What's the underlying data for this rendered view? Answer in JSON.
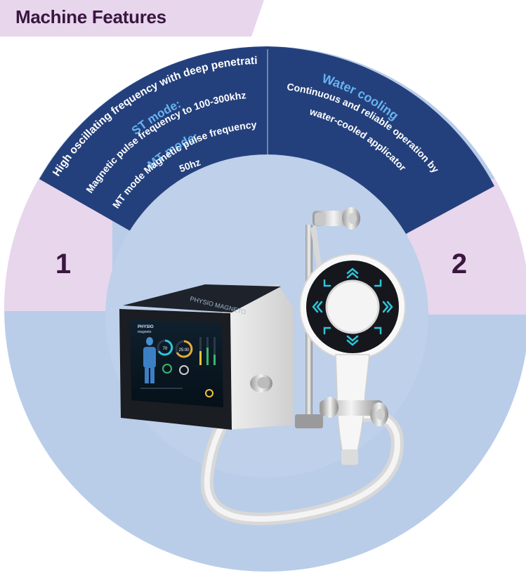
{
  "header": {
    "title": "Machine Features"
  },
  "left_panel": {
    "number": "1",
    "line1": "High oscillating frequency with deep penetration",
    "st_title": "ST mode:",
    "st_text": "Magnetic pulse frequency to 100-300khz",
    "mt_title": "MT mode:",
    "mt_text": "MT mode Magnetic pulse frequency",
    "mt_text2": "50hz"
  },
  "right_panel": {
    "number": "2",
    "title": "Water cooling",
    "line1": "Continuous and reliable operation by",
    "line2": "water-cooled applicator"
  },
  "device": {
    "brand": "PHYSIO MAGNETO",
    "screen_brand": "PHYSIO",
    "screen_sub": "magneto",
    "timer": "25:00",
    "level": "70"
  },
  "colors": {
    "navy": "#24407c",
    "light_blue": "#b9cde9",
    "lavender": "#e7d6ec",
    "number_color": "#3a1640",
    "accent_text": "#66b4f0"
  }
}
